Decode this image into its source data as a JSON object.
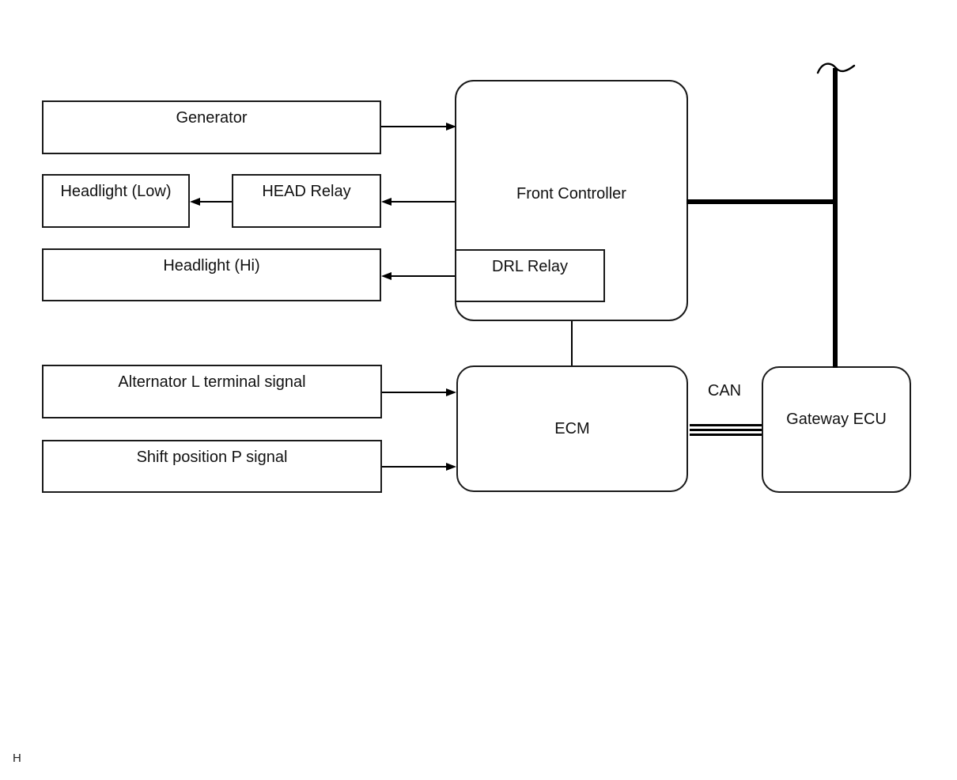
{
  "page": {
    "background": "#ffffff",
    "line_color": "#000000",
    "page_marker": "H"
  },
  "boxes": {
    "generator": {
      "label": "Generator"
    },
    "headlight_low": {
      "label": "Headlight (Low)"
    },
    "head_relay": {
      "label": "HEAD Relay"
    },
    "headlight_hi": {
      "label": "Headlight (Hi)"
    },
    "alternator_l_terminal_signal": {
      "label": "Alternator L terminal signal"
    },
    "shift_position_p_signal": {
      "label": "Shift position P signal"
    },
    "front_controller": {
      "label": "Front Controller"
    },
    "drl_relay": {
      "label": "DRL Relay"
    },
    "ecm": {
      "label": "ECM"
    },
    "gateway_ecu": {
      "label": "Gateway ECU"
    }
  },
  "connections": {
    "can_label": "CAN"
  }
}
